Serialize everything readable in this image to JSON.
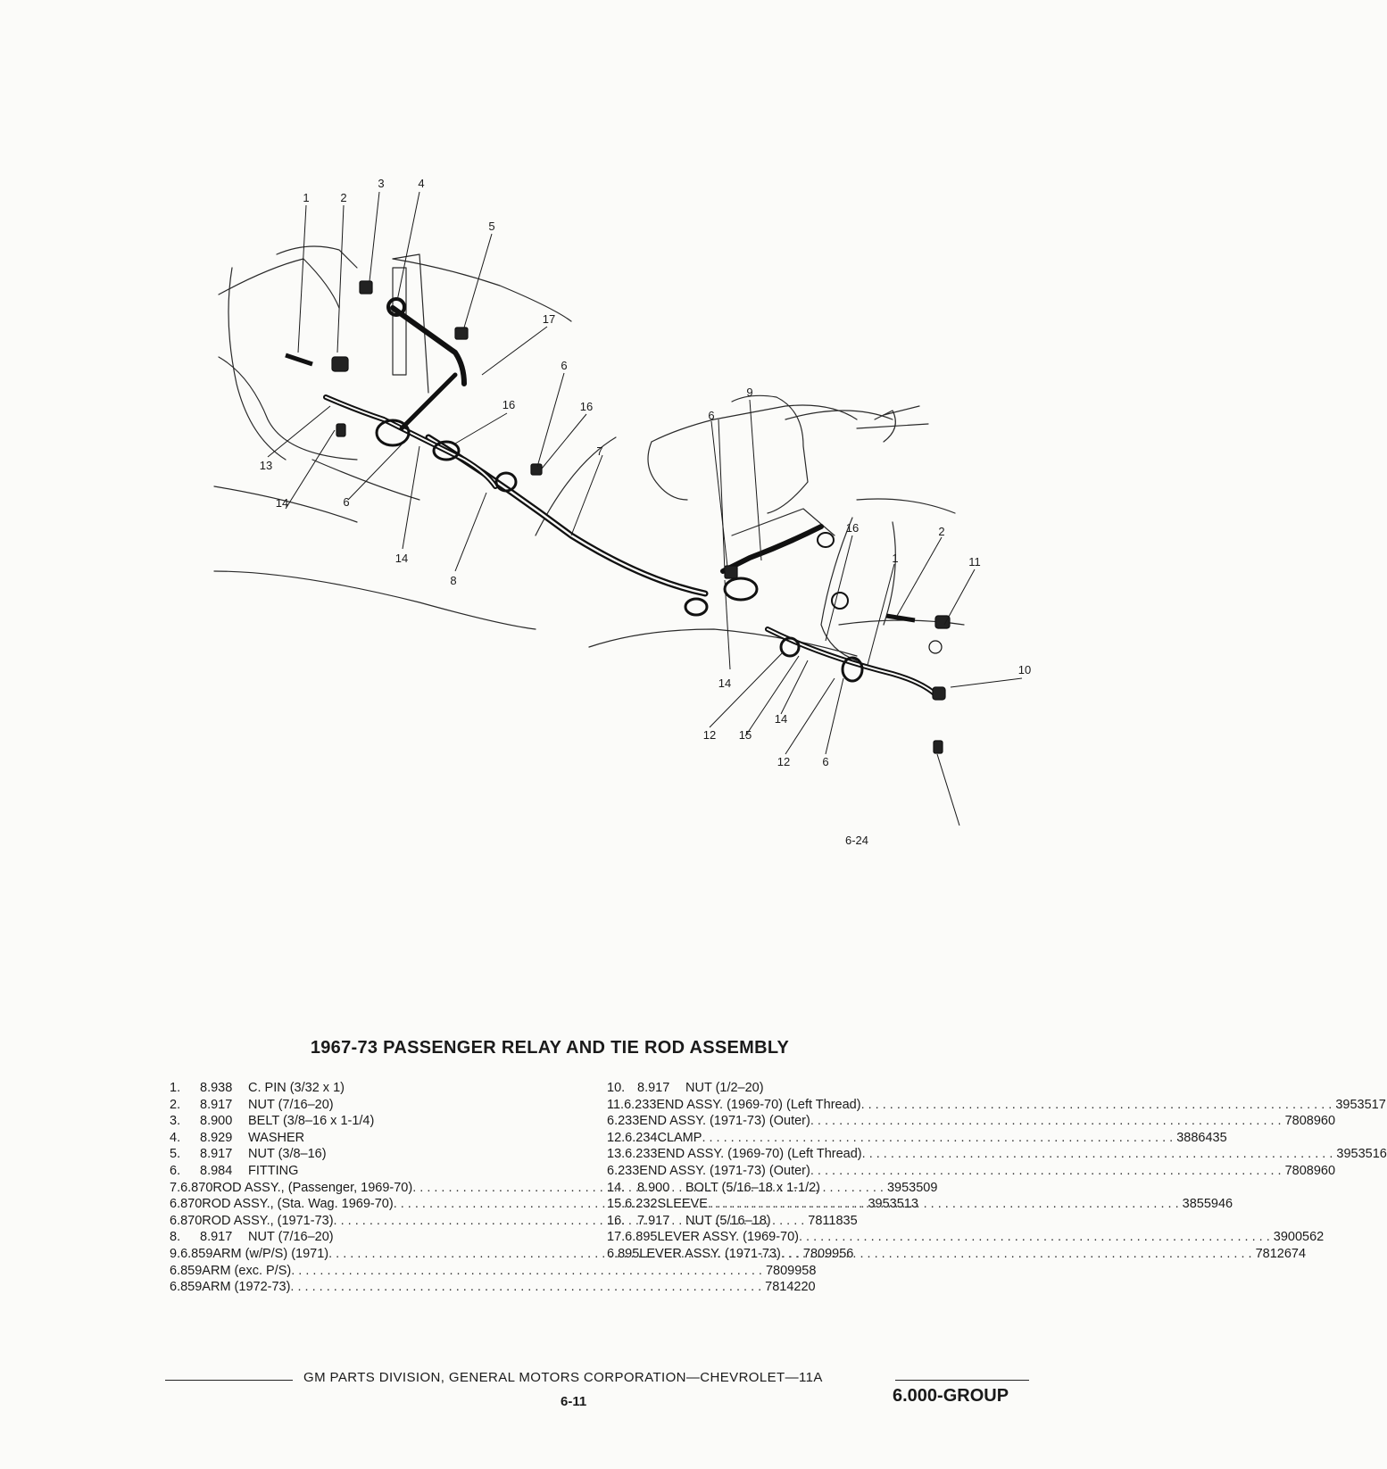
{
  "figure": {
    "id": "6-24",
    "callouts": [
      "1",
      "2",
      "3",
      "4",
      "5",
      "17",
      "6",
      "16",
      "13",
      "14",
      "6",
      "14",
      "8",
      "9",
      "6",
      "7",
      "16",
      "16",
      "1",
      "2",
      "11",
      "10",
      "14",
      "12",
      "15",
      "14",
      "12",
      "6"
    ]
  },
  "title": "1967-73 PASSENGER RELAY AND TIE ROD ASSEMBLY",
  "parts_left": [
    {
      "num": "1.",
      "code": "8.938",
      "name": "C. PIN (3/32 x 1)",
      "pn": ""
    },
    {
      "num": "2.",
      "code": "8.917",
      "name": "NUT (7/16–20)",
      "pn": ""
    },
    {
      "num": "3.",
      "code": "8.900",
      "name": "BELT (3/8–16 x 1-1/4)",
      "pn": ""
    },
    {
      "num": "4.",
      "code": "8.929",
      "name": "WASHER",
      "pn": ""
    },
    {
      "num": "5.",
      "code": "8.917",
      "name": "NUT (3/8–16)",
      "pn": ""
    },
    {
      "num": "6.",
      "code": "8.984",
      "name": "FITTING",
      "pn": ""
    },
    {
      "num": "7.",
      "code": "6.870",
      "name": "ROD ASSY., (Passenger, 1969-70)",
      "pn": "3953509"
    },
    {
      "num": "",
      "code": "6.870",
      "name": "ROD ASSY., (Sta. Wag. 1969-70)",
      "pn": "3953513"
    },
    {
      "num": "",
      "code": "6.870",
      "name": "ROD ASSY., (1971-73)",
      "pn": "7811835"
    },
    {
      "num": "8.",
      "code": "8.917",
      "name": "NUT (7/16–20)",
      "pn": ""
    },
    {
      "num": "9.",
      "code": "6.859",
      "name": "ARM (w/P/S) (1971)",
      "pn": "7809956"
    },
    {
      "num": "",
      "code": "6.859",
      "name": "ARM (exc. P/S)",
      "pn": "7809958"
    },
    {
      "num": "",
      "code": "6.859",
      "name": "ARM (1972-73)",
      "pn": "7814220"
    }
  ],
  "parts_right": [
    {
      "num": "10.",
      "code": "8.917",
      "name": "NUT (1/2–20)",
      "pn": ""
    },
    {
      "num": "11.",
      "code": "6.233",
      "name": "END ASSY. (1969-70) (Left Thread)",
      "pn": "3953517"
    },
    {
      "num": "",
      "code": "6.233",
      "name": "END ASSY. (1971-73) (Outer)",
      "pn": "7808960"
    },
    {
      "num": "12.",
      "code": "6.234",
      "name": "CLAMP",
      "pn": "3886435"
    },
    {
      "num": "13.",
      "code": "6.233",
      "name": "END ASSY. (1969-70) (Left Thread)",
      "pn": "3953516"
    },
    {
      "num": "",
      "code": "6.233",
      "name": "END ASSY. (1971-73) (Outer)",
      "pn": "7808960"
    },
    {
      "num": "14.",
      "code": "8.900",
      "name": "BOLT (5/16–18 x 1-1/2)",
      "pn": ""
    },
    {
      "num": "15.",
      "code": "6.232",
      "name": "SLEEVE",
      "pn": "3855946"
    },
    {
      "num": "16.",
      "code": "7.917",
      "name": "NUT (5/16–18)",
      "pn": ""
    },
    {
      "num": "17.",
      "code": "6.895",
      "name": "LEVER ASSY. (1969-70)",
      "pn": "3900562"
    },
    {
      "num": "",
      "code": "6.895",
      "name": "LEVER ASSY. (1971-73)",
      "pn": "7812674"
    }
  ],
  "footer": {
    "text": "GM PARTS DIVISION, GENERAL MOTORS CORPORATION—CHEVROLET—11A",
    "page": "6-11",
    "group": "6.000-GROUP"
  }
}
